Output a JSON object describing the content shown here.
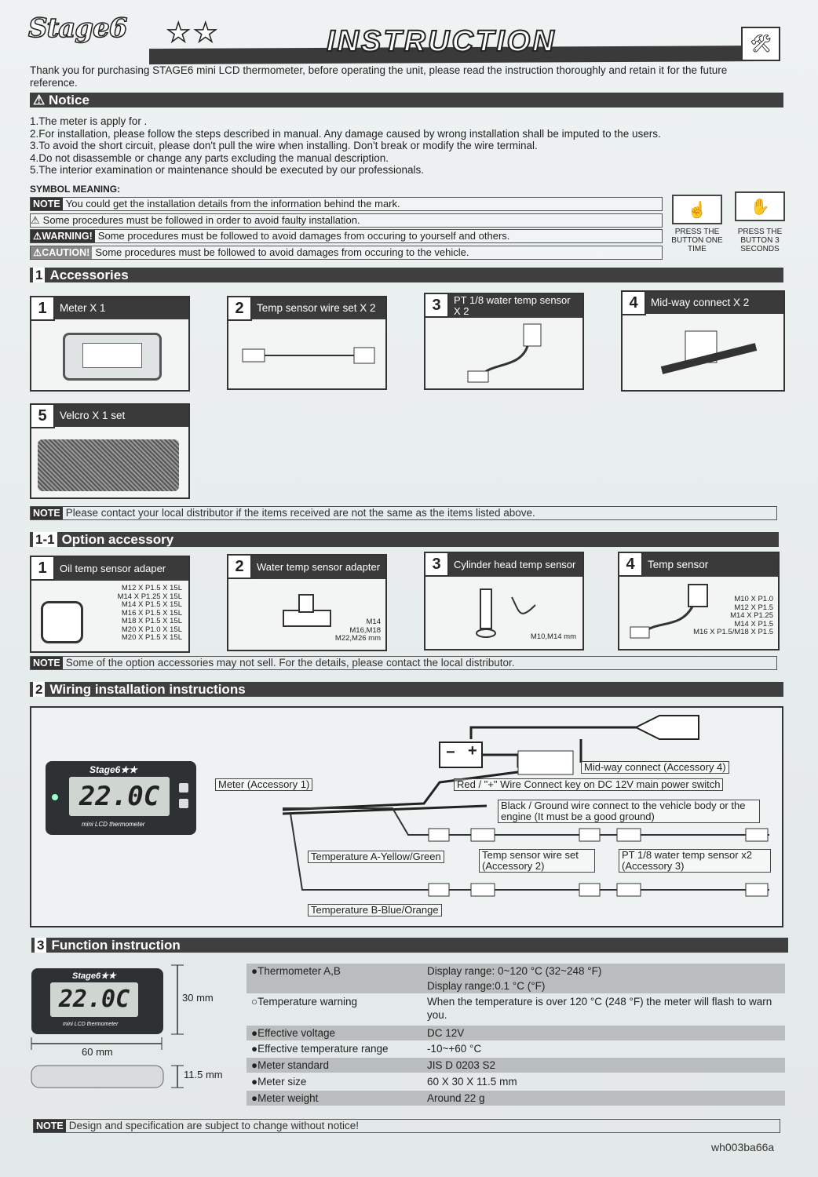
{
  "header": {
    "brand": "Stage6",
    "stars": "★★",
    "title": "INSTRUCTION"
  },
  "intro": "Thank you for purchasing STAGE6 mini LCD thermometer, before operating the unit, please read the instruction thoroughly and retain it for the future reference.",
  "notice": {
    "title": "Notice",
    "items": [
      "1.The meter is apply for .",
      "2.For installation, please follow the steps described in manual. Any damage caused by wrong installation shall be imputed to the users.",
      "3.To avoid the short circuit, please don't pull the wire when installing. Don't break or modify the wire terminal.",
      "4.Do not disassemble or change any parts excluding the manual description.",
      "5.The interior examination or maintenance should be executed by our professionals."
    ],
    "symbol_title": "SYMBOL MEANING:",
    "symbols": [
      {
        "tag": "NOTE",
        "text": "You could get the installation details from the information behind the mark."
      },
      {
        "tag": "⚠",
        "text": "Some procedures must be followed in order to avoid faulty installation."
      },
      {
        "tag": "⚠WARNING!",
        "text": "Some procedures must be followed to avoid damages from occuring to yourself and others."
      },
      {
        "tag": "⚠CAUTION!",
        "text": "Some procedures must be followed to avoid damages from occuring to the vehicle."
      }
    ],
    "press_one": "PRESS THE BUTTON ONE TIME",
    "press_three": "PRESS THE BUTTON 3 SECONDS"
  },
  "accessories": {
    "num": "1",
    "title": "Accessories",
    "items": [
      {
        "num": "1",
        "label": "Meter X 1"
      },
      {
        "num": "2",
        "label": "Temp sensor wire set X 2"
      },
      {
        "num": "3",
        "label": "PT 1/8 water temp sensor X 2"
      },
      {
        "num": "4",
        "label": "Mid-way connect X 2"
      },
      {
        "num": "5",
        "label": "Velcro X 1 set"
      }
    ],
    "note_tag": "NOTE",
    "note": "Please contact your local distributor if the items received are not the same as the items listed above."
  },
  "options": {
    "num": "1-1",
    "title": "Option accessory",
    "items": [
      {
        "num": "1",
        "label": "Oil temp sensor adaper",
        "sizes": [
          "M12 X P1.5 X 15L",
          "M14 X P1.25 X 15L",
          "M14 X P1.5 X 15L",
          "M16 X P1.5 X 15L",
          "M18 X P1.5 X 15L",
          "M20 X P1.0 X 15L",
          "M20 X P1.5 X 15L"
        ]
      },
      {
        "num": "2",
        "label": "Water temp sensor adapter",
        "sizes": [
          "M14",
          "M16,M18",
          "M22,M26 mm"
        ]
      },
      {
        "num": "3",
        "label": "Cylinder head temp sensor",
        "sizes": [
          "M10,M14 mm"
        ]
      },
      {
        "num": "4",
        "label": "Temp sensor",
        "sizes": [
          "M10 X P1.0",
          "M12 X P1.5",
          "M14 X P1.25",
          "M14 X P1.5",
          "M16 X P1.5/M18 X P1.5"
        ]
      }
    ],
    "note_tag": "NOTE",
    "note": "Some of the option accessories may not sell. For the details, please contact the local distributor."
  },
  "wiring": {
    "num": "2",
    "title": "Wiring installation instructions",
    "labels": {
      "midway": "Mid-way connect (Accessory 4)",
      "meter": "Meter (Accessory 1)",
      "red": "Red / \"+\" Wire Connect key on DC 12V main power switch",
      "black": "Black / Ground wire connect to the vehicle body or the engine (It must be a good ground)",
      "temp_a": "Temperature A-Yellow/Green",
      "wireset": "Temp sensor wire set (Accessory 2)",
      "pt18": "PT 1/8 water temp sensor x2 (Accessory 3)",
      "temp_b": "Temperature B-Blue/Orange"
    },
    "battery_minus": "−",
    "battery_plus": "+",
    "meter_brand": "Stage6★★",
    "meter_display": "22.0C",
    "meter_caption": "mini LCD thermometer"
  },
  "function": {
    "num": "3",
    "title": "Function instruction",
    "dims": {
      "height": "30 mm",
      "width": "60 mm",
      "depth": "11.5 mm"
    },
    "specs": [
      {
        "key": "●Thermometer A,B",
        "value": "Display range: 0~120 °C (32~248 °F)",
        "dark": true
      },
      {
        "key": "",
        "value": "Display range:0.1  °C (°F)",
        "dark": true
      },
      {
        "key": "○Temperature warning",
        "value": "When the temperature is over 120 °C (248 °F) the meter will flash to warn you.",
        "dark": false
      },
      {
        "key": "●Effective voltage",
        "value": "DC 12V",
        "dark": true
      },
      {
        "key": "●Effective temperature range",
        "value": "-10~+60 °C",
        "dark": false
      },
      {
        "key": "●Meter standard",
        "value": "JIS D 0203 S2",
        "dark": true
      },
      {
        "key": "●Meter size",
        "value": "60 X 30 X 11.5 mm",
        "dark": false
      },
      {
        "key": "●Meter weight",
        "value": "Around 22 g",
        "dark": true
      }
    ],
    "note_tag": "NOTE",
    "note": "Design and specification are subject to change without notice!"
  },
  "watermark": "wh003ba66a"
}
